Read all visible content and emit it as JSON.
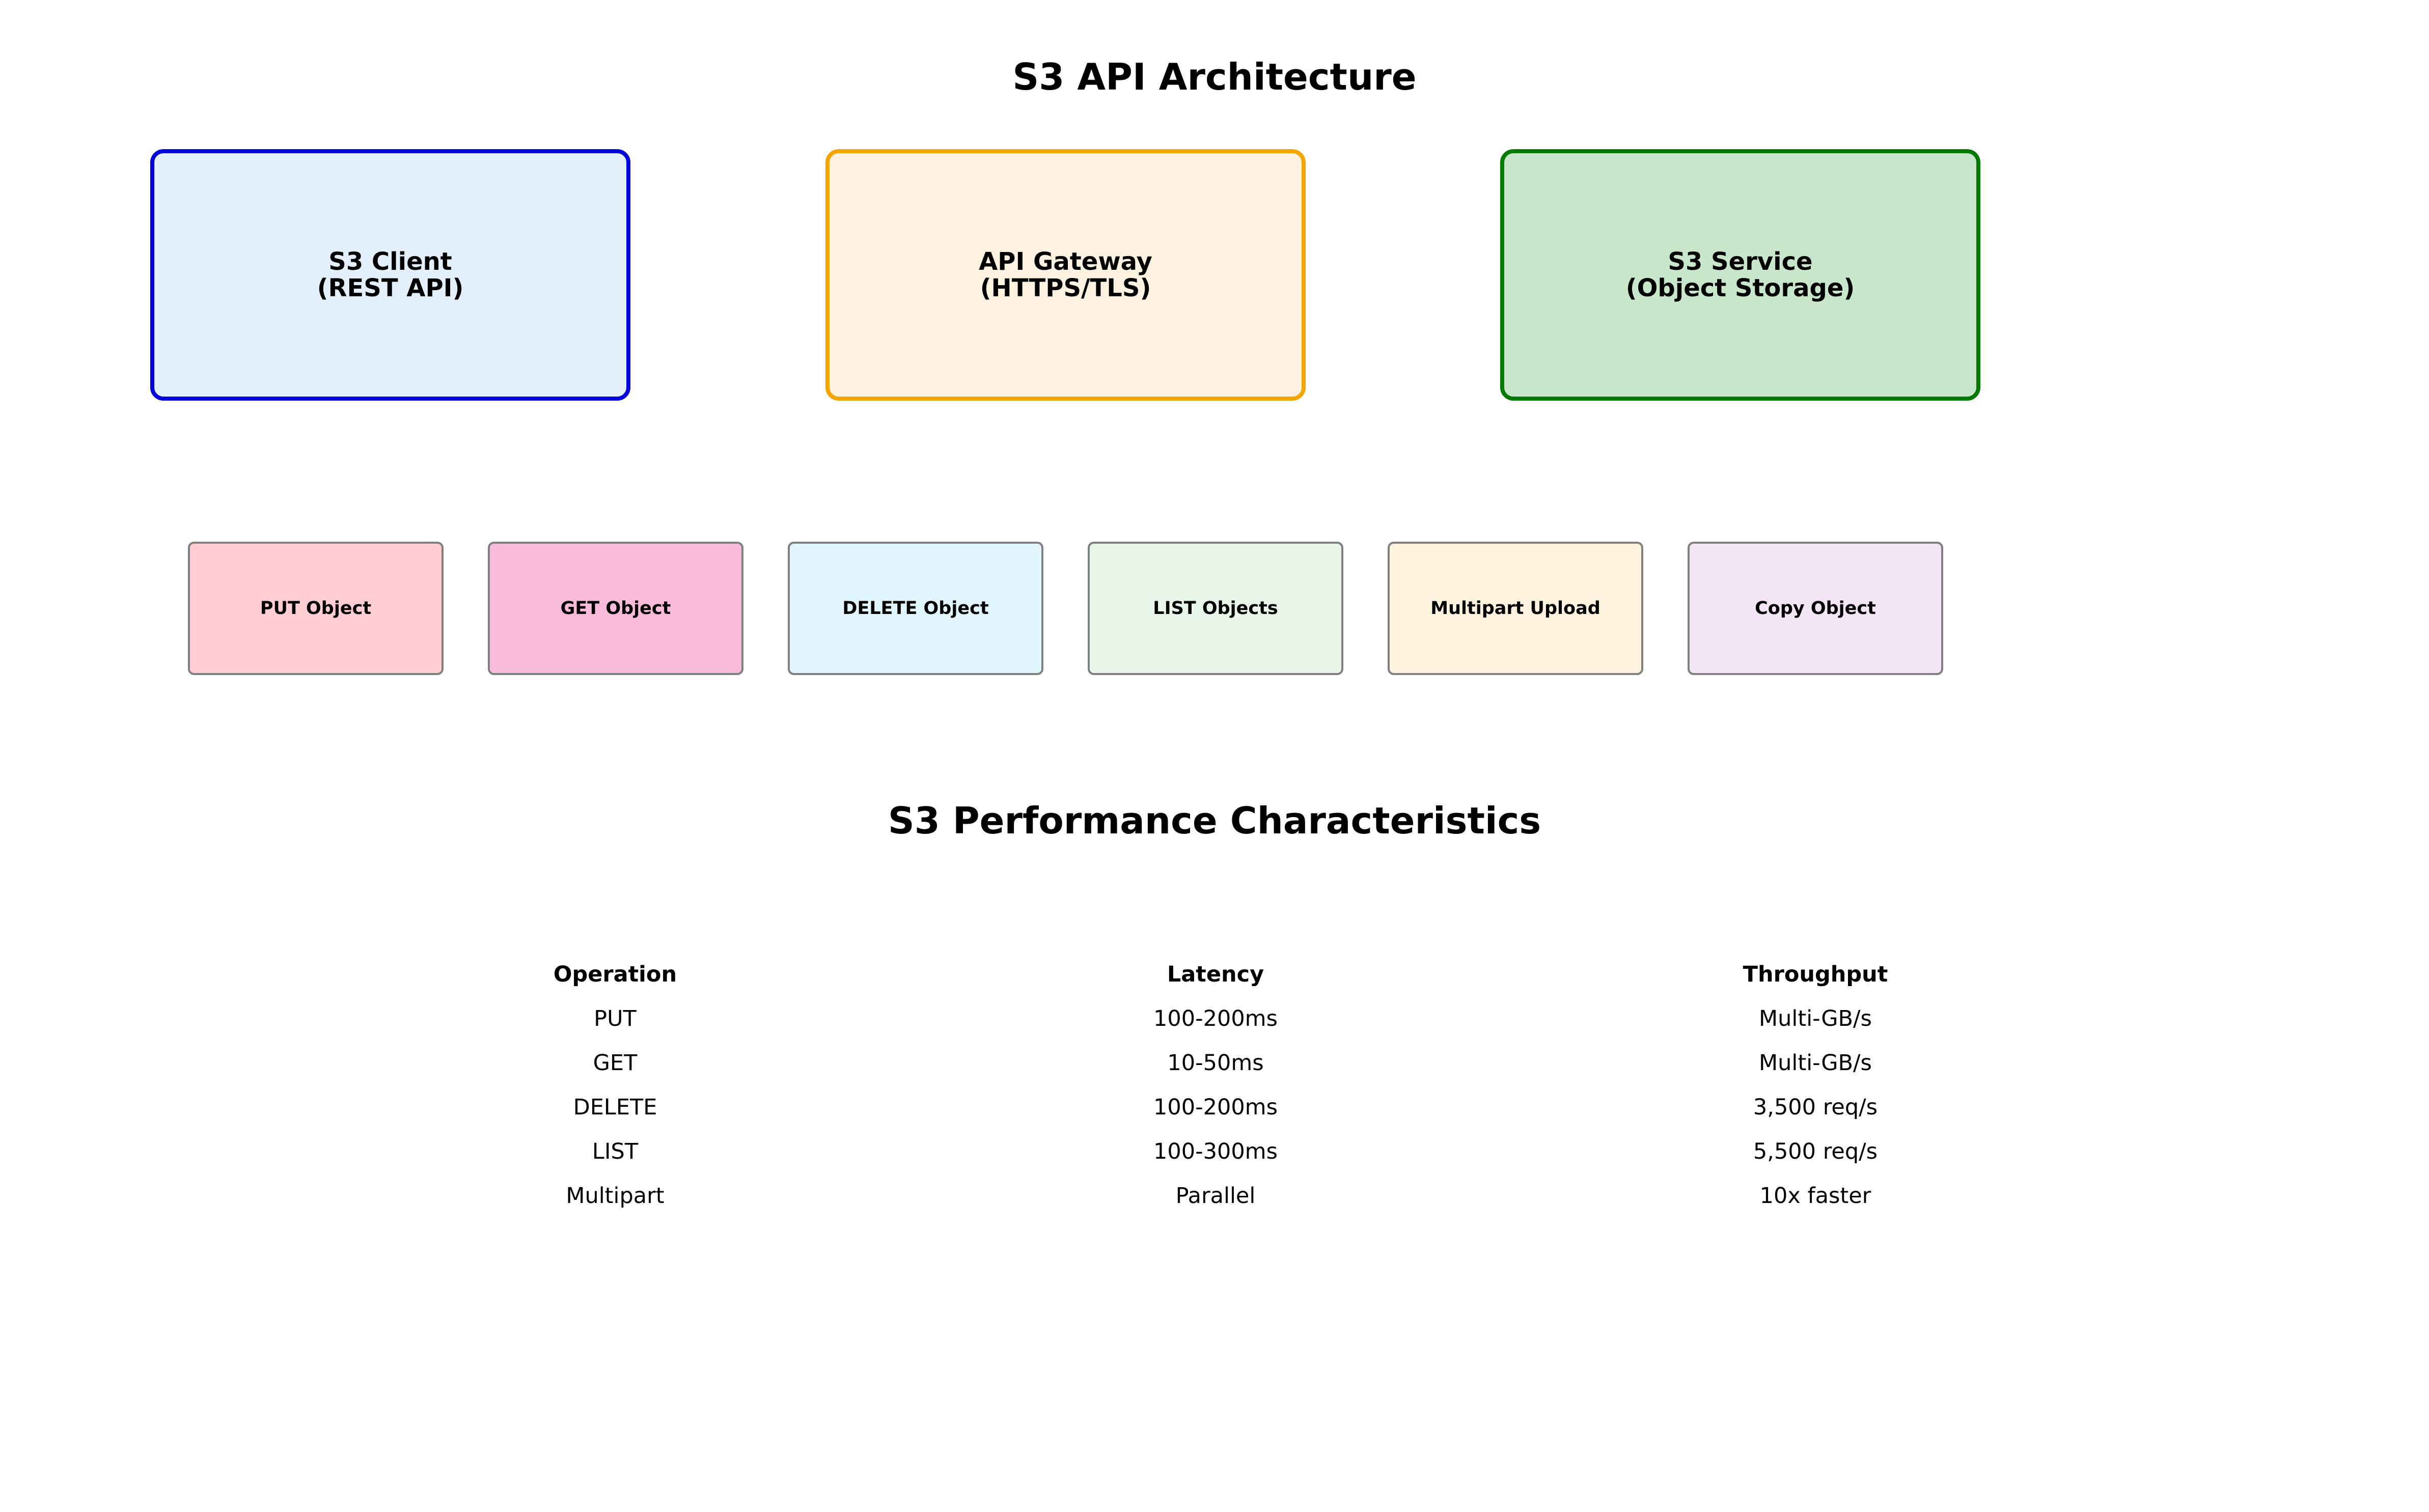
{
  "title": "S3 API Architecture",
  "components": [
    {
      "line1": "S3 Client",
      "line2": "(REST API)",
      "border": "#0000dd",
      "fill": "#e3f0fb"
    },
    {
      "line1": "API Gateway",
      "line2": "(HTTPS/TLS)",
      "border": "#f5a500",
      "fill": "#fff2e0"
    },
    {
      "line1": "S3 Service",
      "line2": "(Object Storage)",
      "border": "#007a00",
      "fill": "#c8e6c9"
    }
  ],
  "operations": [
    {
      "label": "PUT Object",
      "fill": "#ffcdd2"
    },
    {
      "label": "GET Object",
      "fill": "#f8bbd9"
    },
    {
      "label": "DELETE Object",
      "fill": "#e1f5fe"
    },
    {
      "label": "LIST Objects",
      "fill": "#e8f5e9"
    },
    {
      "label": "Multipart Upload",
      "fill": "#fff3e0"
    },
    {
      "label": "Copy Object",
      "fill": "#f3e5f5"
    }
  ],
  "performance": {
    "title": "S3 Performance Characteristics",
    "headers": [
      "Operation",
      "Latency",
      "Throughput"
    ],
    "rows": [
      [
        "PUT",
        "100-200ms",
        "Multi-GB/s"
      ],
      [
        "GET",
        "10-50ms",
        "Multi-GB/s"
      ],
      [
        "DELETE",
        "100-200ms",
        "3,500 req/s"
      ],
      [
        "LIST",
        "100-300ms",
        "5,500 req/s"
      ],
      [
        "Multipart",
        "Parallel",
        "10x faster"
      ]
    ]
  }
}
